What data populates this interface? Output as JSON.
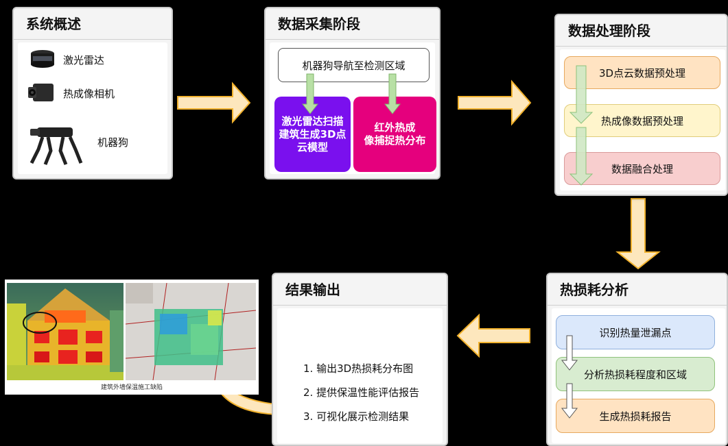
{
  "overview": {
    "title": "系统概述",
    "items": [
      {
        "label": "激光雷达",
        "icon": "lidar-icon"
      },
      {
        "label": "热成像相机",
        "icon": "thermal-camera-icon"
      },
      {
        "label": "机器狗",
        "icon": "robot-dog-icon"
      }
    ]
  },
  "collection": {
    "title": "数据采集阶段",
    "nav": "机器狗导航至检测区域",
    "lidar_line1": "激光雷达扫描",
    "lidar_line2": "建筑生成3D点",
    "lidar_line3": "云模型",
    "thermal_line1": "红外热成",
    "thermal_line2": "像捕捉热分布"
  },
  "processing": {
    "title": "数据处理阶段",
    "steps": [
      "3D点云数据预处理",
      "热成像数据预处理",
      "数据融合处理"
    ]
  },
  "analysis": {
    "title": "热损耗分析",
    "steps": [
      "识别热量泄漏点",
      "分析热损耗程度和区域",
      "生成热损耗报告"
    ]
  },
  "output": {
    "title": "结果输出",
    "items": [
      "1. 输出3D热损耗分布图",
      "2. 提供保温性能评估报告",
      "3. 可视化展示检测结果"
    ]
  },
  "photo": {
    "caption": "建筑外墙保温施工缺陷"
  },
  "colors": {
    "arrow_fill": "#fde7bd",
    "arrow_stroke": "#f2b22d",
    "purple": "#7a10ee",
    "magenta": "#e5007d",
    "step_orange": "#ffe3c2",
    "step_yellow": "#fff5cc",
    "step_red": "#f8cece",
    "step_blue": "#dbe8fb",
    "step_green": "#d8ecd0"
  }
}
